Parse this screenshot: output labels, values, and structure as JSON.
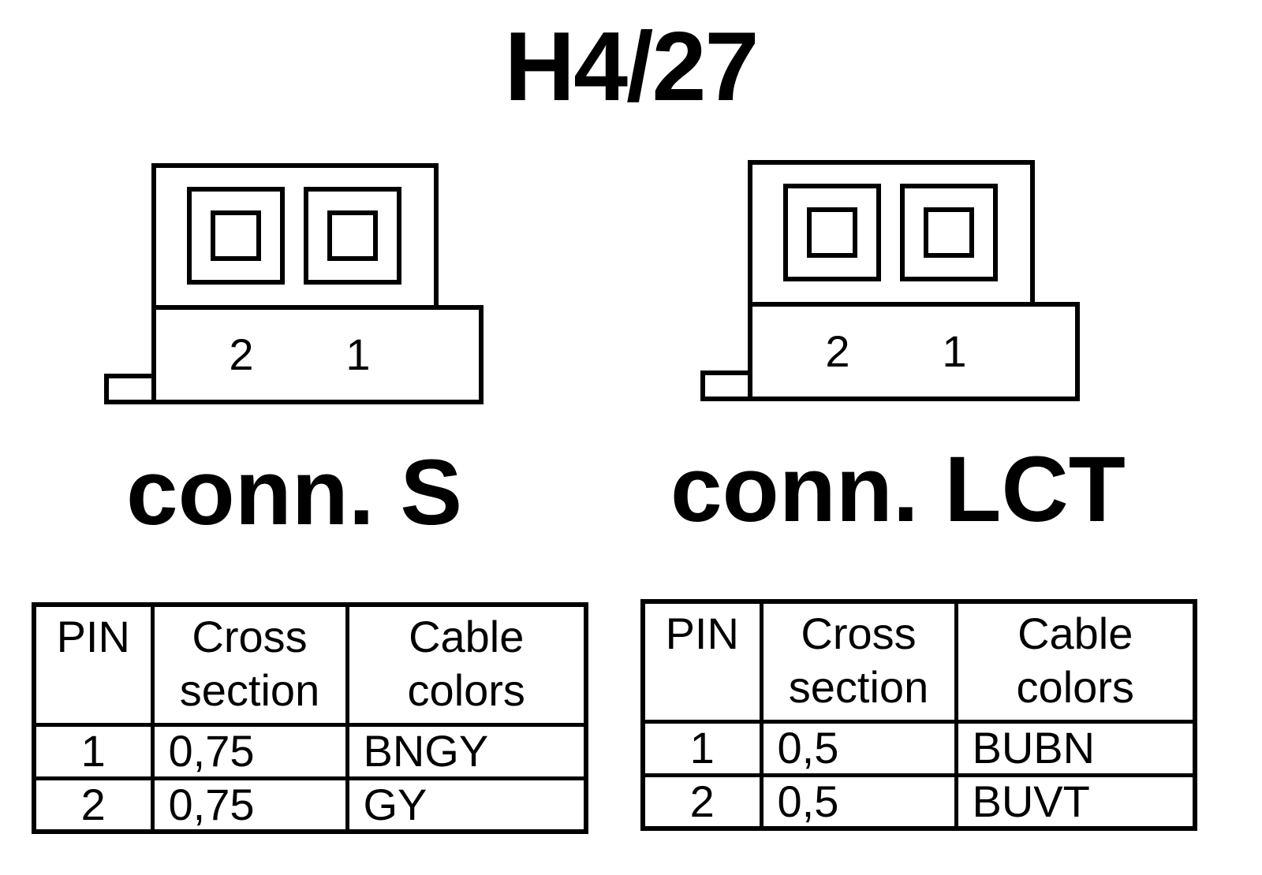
{
  "title": "H4/27",
  "connectors": [
    {
      "label": "conn. S",
      "pins": [
        "2",
        "1"
      ],
      "table": {
        "headers": {
          "pin": "PIN",
          "cross_line1": "Cross",
          "cross_line2": "section",
          "cable_line1": "Cable",
          "cable_line2": "colors"
        },
        "rows": [
          {
            "pin": "1",
            "cross_section": "0,75",
            "cable_colors": "BNGY"
          },
          {
            "pin": "2",
            "cross_section": "0,75",
            "cable_colors": "GY"
          }
        ]
      }
    },
    {
      "label": "conn. LCT",
      "pins": [
        "2",
        "1"
      ],
      "table": {
        "headers": {
          "pin": "PIN",
          "cross_line1": "Cross",
          "cross_line2": "section",
          "cable_line1": "Cable",
          "cable_line2": "colors"
        },
        "rows": [
          {
            "pin": "1",
            "cross_section": "0,5",
            "cable_colors": "BUBN"
          },
          {
            "pin": "2",
            "cross_section": "0,5",
            "cable_colors": "BUVT"
          }
        ]
      }
    }
  ]
}
